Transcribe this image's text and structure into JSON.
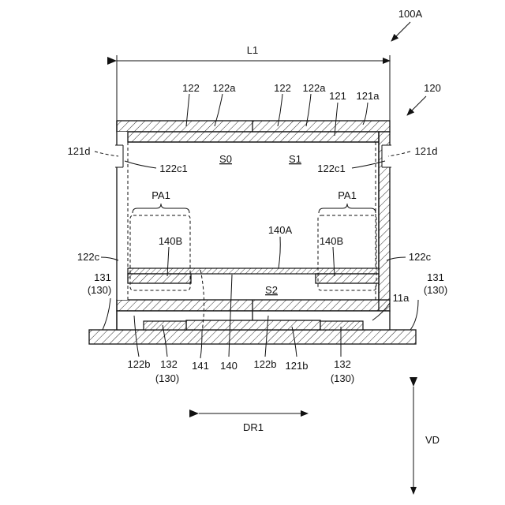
{
  "labels": {
    "fig_ref": "100A",
    "l1": "L1",
    "ref_120": "120",
    "l_122_left": "122",
    "l_122a_left": "122a",
    "l_122_mid": "122",
    "l_122a_mid": "122a",
    "l_121_top": "121",
    "l_121a_top": "121a",
    "l_121d_left": "121d",
    "l_121d_right": "121d",
    "l_122c1_left": "122c1",
    "l_122c1_right": "122c1",
    "s0": "S0",
    "s1": "S1",
    "pa1_left": "PA1",
    "pa1_right": "PA1",
    "l_140a": "140A",
    "l_140b_left": "140B",
    "l_140b_right": "140B",
    "l_122c_left": "122c",
    "l_122c_right": "122c",
    "s2": "S2",
    "l_131_left": "131",
    "l_130_left_top": "(130)",
    "l_131_right": "131",
    "l_130_right_top": "(130)",
    "l_11a": "11a",
    "l_122b_left": "122b",
    "l_132_left": "132",
    "l_130_bl": "(130)",
    "l_141": "141",
    "l_140": "140",
    "l_122b_mid": "122b",
    "l_121b": "121b",
    "l_132_right": "132",
    "l_130_br": "(130)",
    "dr1": "DR1",
    "vd": "VD"
  }
}
